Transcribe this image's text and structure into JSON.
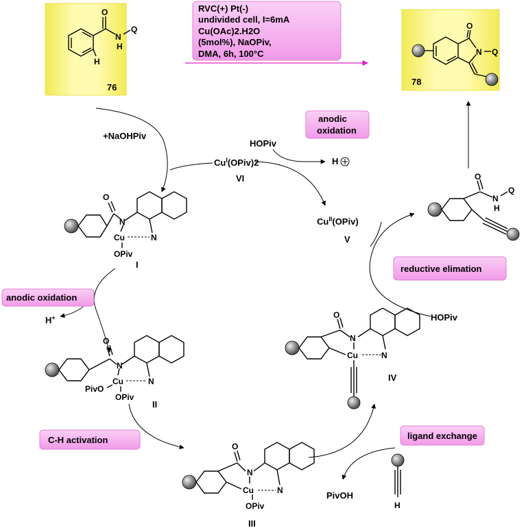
{
  "conditions": {
    "line1": "RVC(+) Pt(-)",
    "line2": "undivided cell, I=6mA",
    "line3": "Cu(OAc)2.H2O",
    "line4": "(5mol%), NaOPiv,",
    "line5": "DMA, 6h, 100°C"
  },
  "starting_material": {
    "number": "76",
    "atoms": {
      "carbonyl_o": "O",
      "n": "N",
      "nh_h": "H",
      "q": "Q",
      "ortho_h": "H"
    }
  },
  "product": {
    "number": "78",
    "atoms": {
      "carbonyl_o": "O",
      "n": "N",
      "q": "Q"
    }
  },
  "labels": {
    "anodic_oxidation_top": [
      "anodic",
      "oxidation"
    ],
    "anodic_oxidation_left": "anodic oxidation",
    "reductive_elimination": "reductive elimation",
    "ch_activation": "C-H activation",
    "ligand_exchange": "ligand exchange"
  },
  "reagents": {
    "naohpiv": "+NaOHPiv",
    "hopiv_top": "HOPiv",
    "h_plus_circle": "H",
    "cu_vi_prefix": "Cu",
    "cu_vi_ox": "I",
    "cu_vi_suffix": "(OPiv)2",
    "cu_v_prefix": "Cu",
    "cu_v_ox": "II",
    "cu_v_suffix": "(OPiv)",
    "h_plus_left": "H",
    "h_plus_sup": "+",
    "hopiv_right": "HOPiv",
    "pivoh": "PivOH",
    "alkyne_h": "H"
  },
  "intermediates": {
    "roman": {
      "I": "I",
      "II": "II",
      "III": "III",
      "IV": "IV",
      "V": "V",
      "VI": "VI"
    },
    "atoms": {
      "O": "O",
      "N": "N",
      "Cu": "Cu",
      "OPiv": "OPiv",
      "PivO": "PivO",
      "Q": "Q",
      "H": "H"
    }
  },
  "colors": {
    "pink_label": "#f5b6f0",
    "pink_border": "#e27fd8",
    "yellow_box": "#fffba0",
    "yellow_edge": "#e8e04a",
    "arrow_magenta": "#e020c8",
    "sphere": "#888888"
  }
}
